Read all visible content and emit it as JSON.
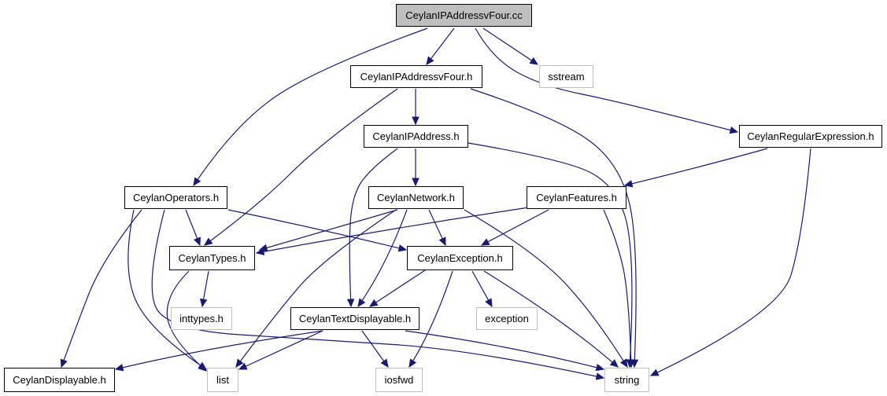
{
  "nodes": {
    "root": "CeylanIPAddressvFour.cc",
    "ipv4h": "CeylanIPAddressvFour.h",
    "sstream": "sstream",
    "ipaddr": "CeylanIPAddress.h",
    "regexp": "CeylanRegularExpression.h",
    "operators": "CeylanOperators.h",
    "network": "CeylanNetwork.h",
    "features": "CeylanFeatures.h",
    "types": "CeylanTypes.h",
    "exception_h": "CeylanException.h",
    "inttypes": "inttypes.h",
    "textdisp": "CeylanTextDisplayable.h",
    "exception": "exception",
    "displayable": "CeylanDisplayable.h",
    "list": "list",
    "iosfwd": "iosfwd",
    "string": "string"
  },
  "colors": {
    "edge": "#191970",
    "root_fill": "#bfbfbf",
    "external_border": "#bfbfbf",
    "node_border": "#000000"
  }
}
